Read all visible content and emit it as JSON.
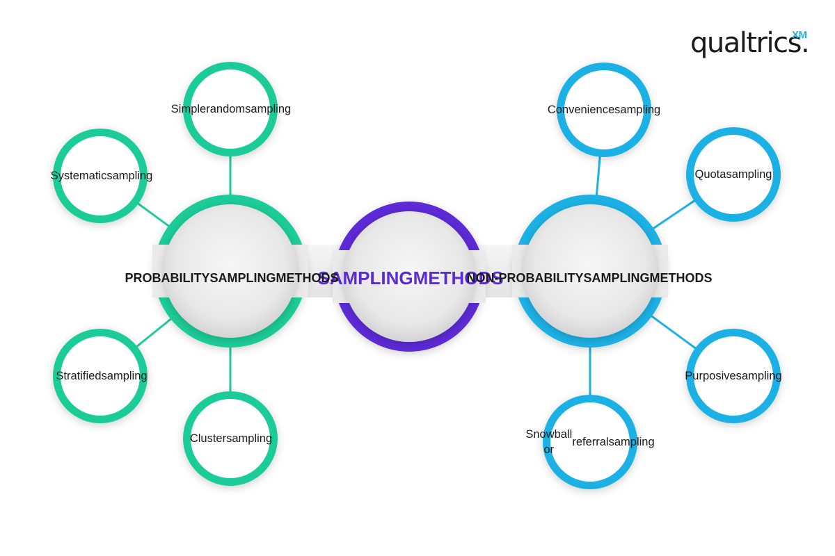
{
  "logo": {
    "wordmark": "qualtrics.",
    "tag": "XM"
  },
  "center": {
    "label": "SAMPLING METHODS",
    "color": "#5b2bd6"
  },
  "groups": [
    {
      "id": "probability",
      "label": "PROBABILITY SAMPLING METHODS",
      "color": "#1fcc98",
      "methods": [
        "Simple random sampling",
        "Systematic sampling",
        "Stratified sampling",
        "Cluster sampling"
      ]
    },
    {
      "id": "non-probability",
      "label": "NON-PROBABILITY SAMPLING METHODS",
      "color": "#1eb1e4",
      "methods": [
        "Convenience sampling",
        "Quota sampling",
        "Purposive sampling",
        "Snowball or referral sampling"
      ]
    }
  ]
}
